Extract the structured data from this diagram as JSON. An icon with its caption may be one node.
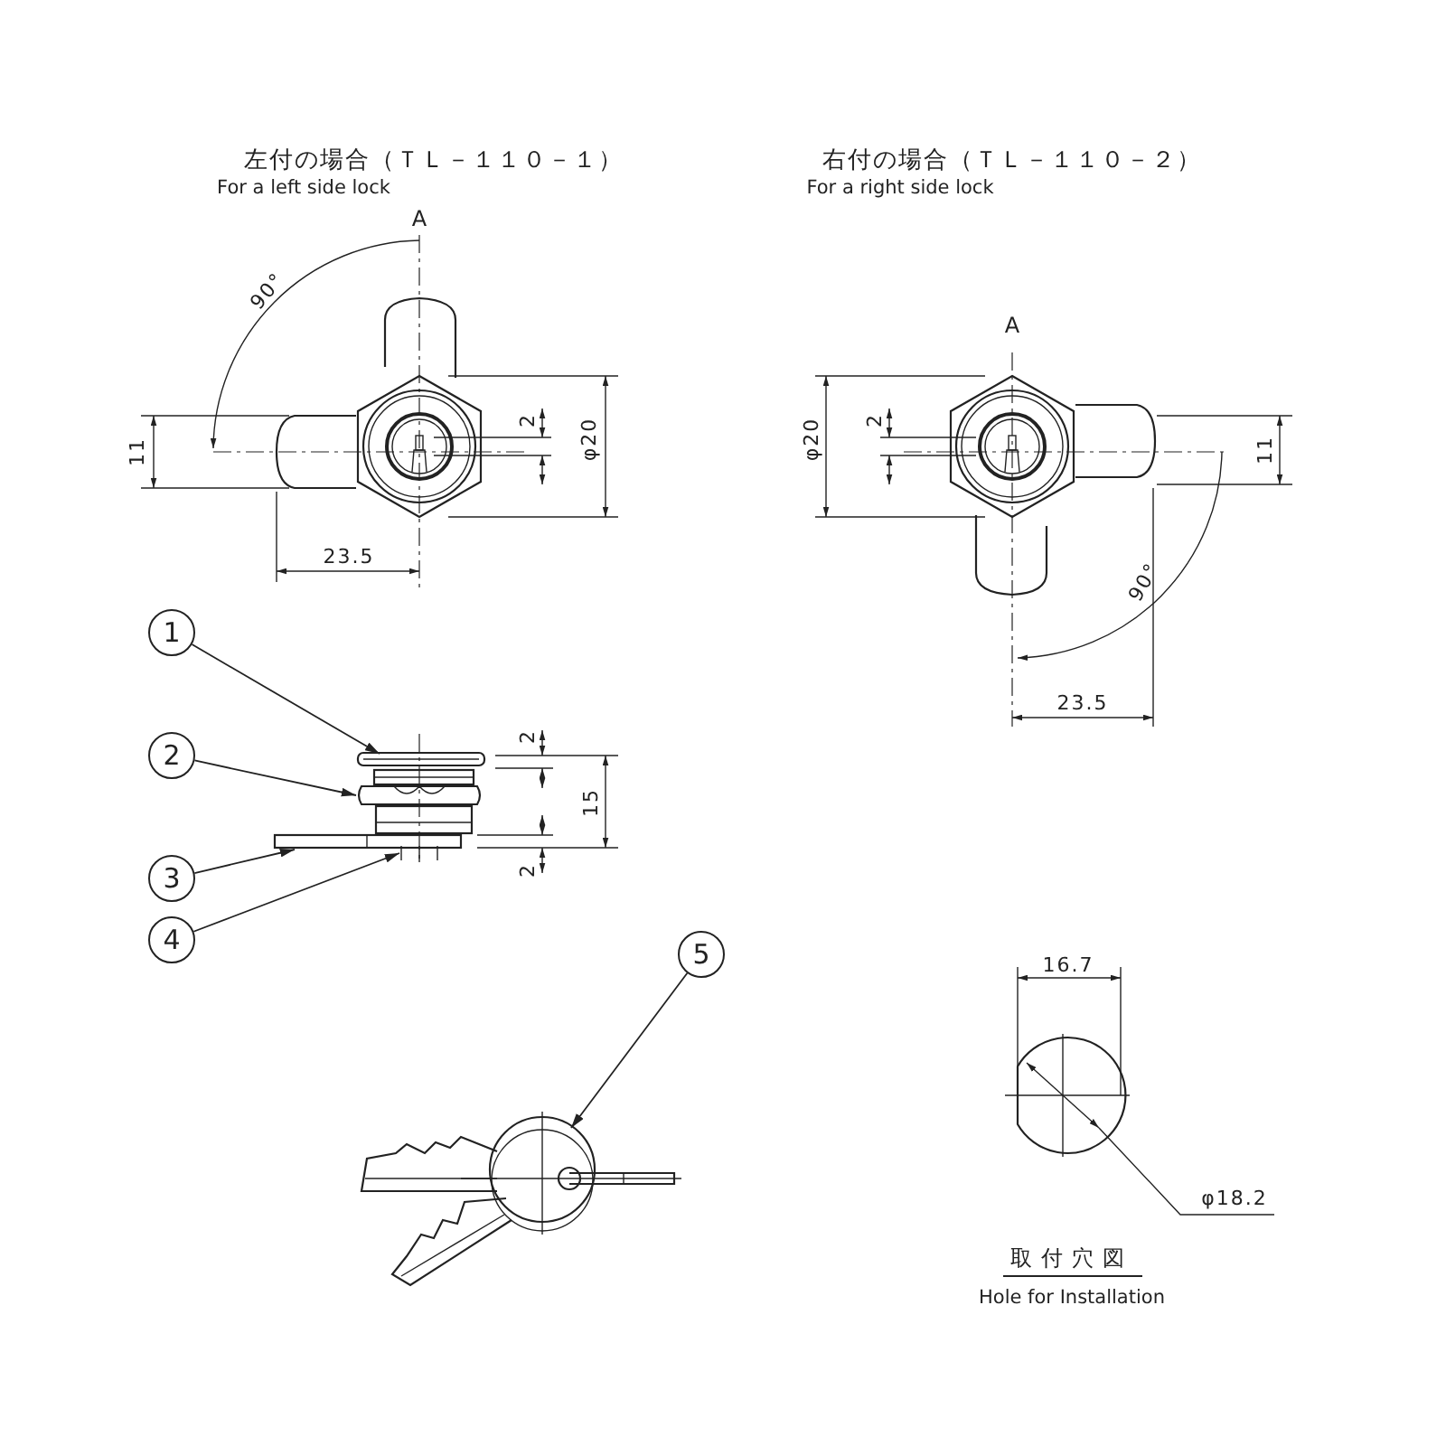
{
  "diagram": {
    "nodes": [
      {
        "text": [
          "1"
        ]
      },
      {
        "text": [],
        "shape": "picture"
      },
      {
        "text": [
          "2"
        ]
      },
      {
        "text": [],
        "shape": "picture"
      },
      {
        "text": [
          "3"
        ]
      },
      {
        "text": [],
        "shape": "picture"
      },
      {
        "text": [
          "4"
        ]
      },
      {
        "text": [],
        "shape": "picture"
      },
      {
        "text": [
          "5"
        ]
      },
      {
        "text": [],
        "shape": "picture"
      }
    ],
    "edges": [
      {
        "from": 0,
        "to": 1,
        "arrow": "to"
      },
      {
        "from": 2,
        "to": 3,
        "arrow": "to"
      },
      {
        "from": 4,
        "to": 5,
        "arrow": "to"
      },
      {
        "from": 6,
        "to": 7,
        "arrow": "to"
      },
      {
        "from": 8,
        "to": 9,
        "arrow": "to"
      }
    ],
    "labels": [
      "左付の場合（ＴＬ－１１０－１）",
      "For a left side lock",
      "A",
      "90°",
      "11",
      "2",
      "φ20",
      "23.5",
      "右付の場合（ＴＬ－１１０－２）",
      "For a right side lock",
      "A",
      "φ20",
      "2",
      "11",
      "90°",
      "23.5",
      "2",
      "15",
      "2",
      "16.7",
      "φ18.2",
      "取付穴図",
      "Hole for Installation"
    ]
  }
}
